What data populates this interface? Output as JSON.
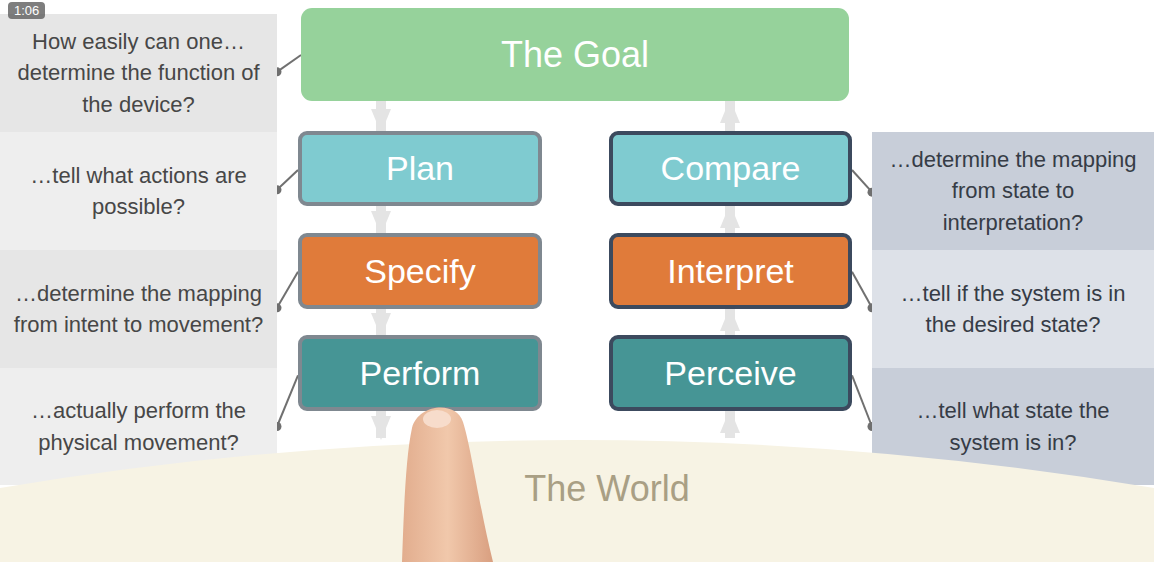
{
  "diagram": {
    "nodes": [
      {
        "text": [
          "How easily can one… determine the function of the device?"
        ]
      },
      {
        "text": [
          "The Goal"
        ]
      },
      {
        "text": [
          "Plan"
        ]
      },
      {
        "text": [
          "Compare"
        ]
      },
      {
        "text": [
          "…tell what actions are possible?"
        ]
      },
      {
        "text": [
          "…determine the mapping from state to interpretation?"
        ]
      },
      {
        "text": [
          "Specify"
        ]
      },
      {
        "text": [
          "Interpret"
        ]
      },
      {
        "text": [
          "…determine the mapping from intent to movement?"
        ]
      },
      {
        "text": [
          "…tell if the system is in the desired state?"
        ]
      },
      {
        "text": [
          "Perform"
        ]
      },
      {
        "text": [
          "Perceive"
        ]
      },
      {
        "text": [
          "…actually perform the physical movement?"
        ]
      },
      {
        "text": [
          "…tell what state the system is in?"
        ]
      },
      {
        "text": [
          "The World"
        ]
      }
    ],
    "edges": [
      {
        "from": 0,
        "to": 1,
        "arrow": "none"
      },
      {
        "from": 4,
        "to": 2,
        "arrow": "none"
      },
      {
        "from": 8,
        "to": 6,
        "arrow": "none"
      },
      {
        "from": 12,
        "to": 10,
        "arrow": "none"
      },
      {
        "from": 5,
        "to": 3,
        "arrow": "none"
      },
      {
        "from": 9,
        "to": 7,
        "arrow": "none"
      },
      {
        "from": 13,
        "to": 11,
        "arrow": "none"
      },
      {
        "from": 1,
        "to": 2,
        "arrow": "to"
      },
      {
        "from": 2,
        "to": 6,
        "arrow": "to"
      },
      {
        "from": 6,
        "to": 10,
        "arrow": "to"
      },
      {
        "from": 10,
        "to": 14,
        "arrow": "to"
      },
      {
        "from": 14,
        "to": 11,
        "arrow": "to"
      },
      {
        "from": 11,
        "to": 7,
        "arrow": "to"
      },
      {
        "from": 7,
        "to": 3,
        "arrow": "to"
      },
      {
        "from": 3,
        "to": 1,
        "arrow": "to"
      }
    ],
    "labels": [
      "1:06"
    ]
  }
}
